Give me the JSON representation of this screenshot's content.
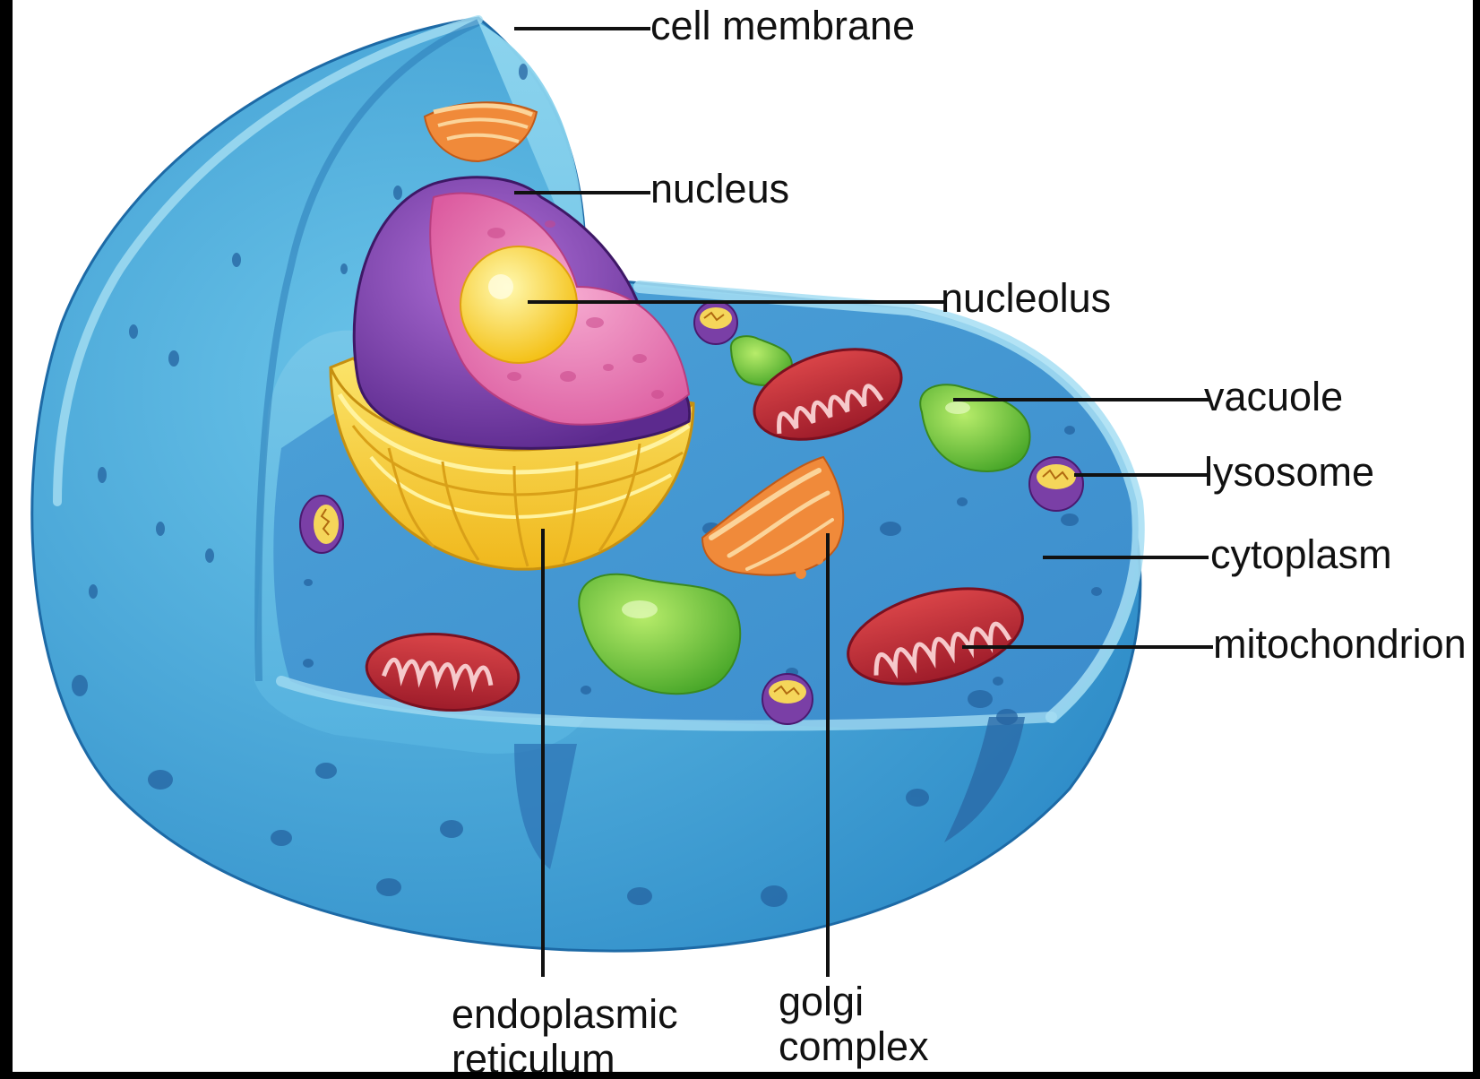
{
  "labels": {
    "cell_membrane": "cell membrane",
    "nucleus": "nucleus",
    "nucleolus": "nucleolus",
    "vacuole": "vacuole",
    "lysosome": "lysosome",
    "cytoplasm": "cytoplasm",
    "mitochondrion": "mitochondrion",
    "endoplasmic_reticulum": [
      "endoplasmic",
      "reticulum"
    ],
    "golgi_complex": [
      "golgi",
      "complex"
    ]
  },
  "colors": {
    "cytoplasm_light": "#8fd3ea",
    "cytoplasm_mid": "#4aa9d8",
    "cytoplasm_dark": "#2f7fc0",
    "nucleus_envelope": "#7a3fa6",
    "nucleoplasm": "#e985b8",
    "nucleolus": "#ffe34a",
    "er": "#f8d23a",
    "golgi": "#f08a3a",
    "mitochondrion": "#c62e3a",
    "vacuole": "#7fcf3a",
    "lysosome": "#7a3fa6",
    "background": "#ffffff",
    "frame": "#000000"
  }
}
